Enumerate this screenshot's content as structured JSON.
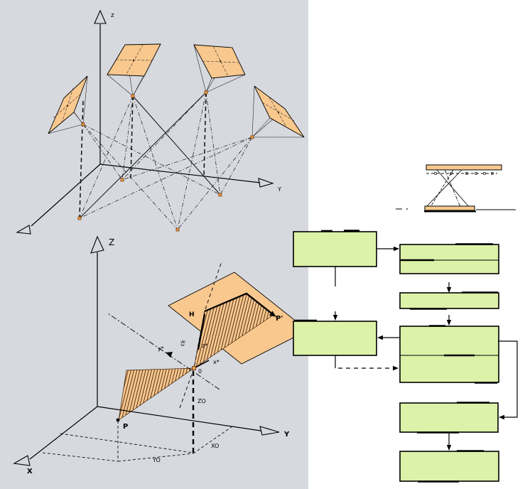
{
  "colors": {
    "panel_gray": "#ced2d8",
    "plane_orange": "#f8c88e",
    "marker_orange": "#eda04f",
    "box_green": "#dcf2a8"
  },
  "top_diagram": {
    "axis_z": "z",
    "axis_y": "Y"
  },
  "bottom_diagram": {
    "axis_z": "Z",
    "axis_y": "Y",
    "axis_x": "X",
    "principal_point": "H",
    "image_point": "P'",
    "ground_point": "P",
    "projection_center": "0",
    "axis_z_star": "z*",
    "axis_x_star": "x*",
    "axis_y_star": "y*",
    "camera_constant": "ck",
    "coord_z0": "ZO",
    "coord_x0": "XO",
    "coord_y0": "YO"
  }
}
